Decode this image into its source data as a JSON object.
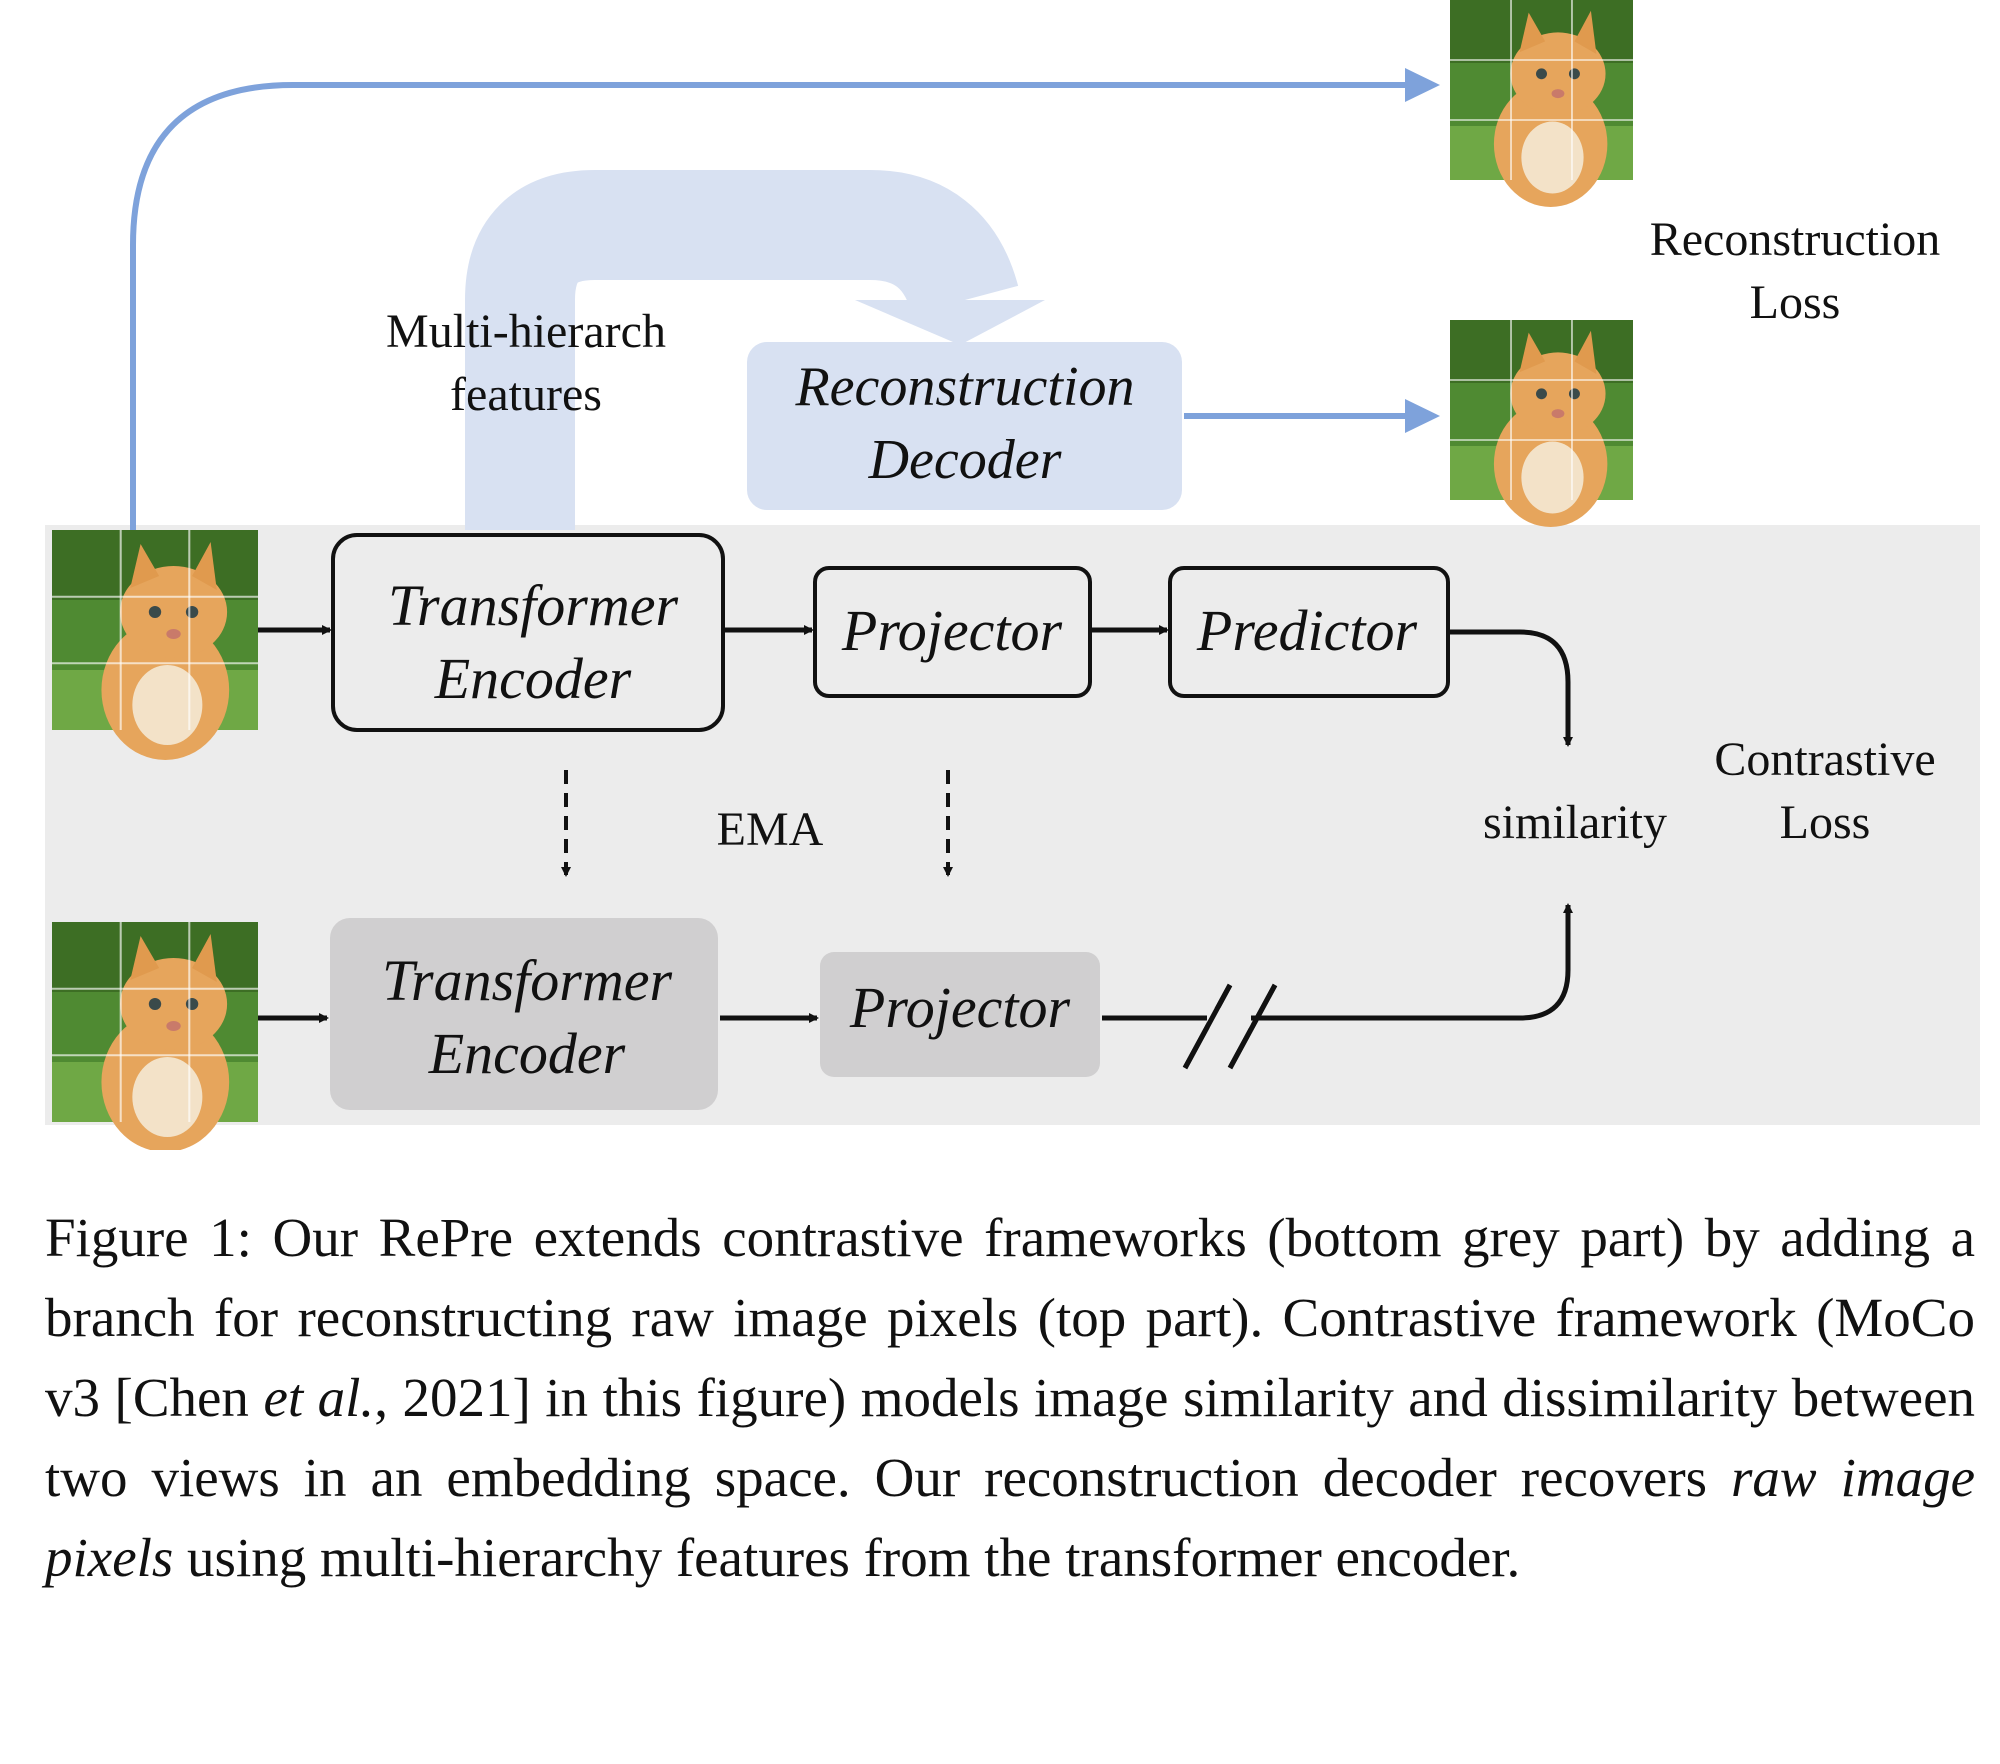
{
  "diagram": {
    "colors": {
      "top_blue": "#7ea2db",
      "light_blue": "#d8e1f2",
      "grey_panel": "#ececec",
      "target_box": "#d0cfd0",
      "grass": "#4f8a32",
      "cat": "#e6a55c"
    },
    "labels": {
      "multi_hier_1": "Multi-hierarch",
      "multi_hier_2": "features",
      "rec_decoder_1": "Reconstruction",
      "rec_decoder_2": "Decoder",
      "rec_loss_1": "Reconstruction",
      "rec_loss_2": "Loss",
      "encoder_1": "Transformer",
      "encoder_2": "Encoder",
      "projector": "Projector",
      "predictor": "Predictor",
      "target_encoder_1": "Transformer",
      "target_encoder_2": "Encoder",
      "target_projector": "Projector",
      "ema": "EMA",
      "similarity": "similarity",
      "contrastive_1": "Contrastive",
      "contrastive_2": "Loss"
    }
  },
  "caption": {
    "prefix": "Figure 1: Our RePre extends contrastive frameworks (bottom grey part) by adding a branch for reconstructing raw image pixels (top part). Contrastive framework (MoCo v3 [Chen ",
    "cite_italic": "et al.",
    "mid": ", 2021] in this figure) models image similarity and dissimilarity between two views in an embedding space. Our reconstruction decoder recovers ",
    "emph_italic": "raw image pixels",
    "suffix": " using multi-hierarchy features from the transformer encoder."
  }
}
